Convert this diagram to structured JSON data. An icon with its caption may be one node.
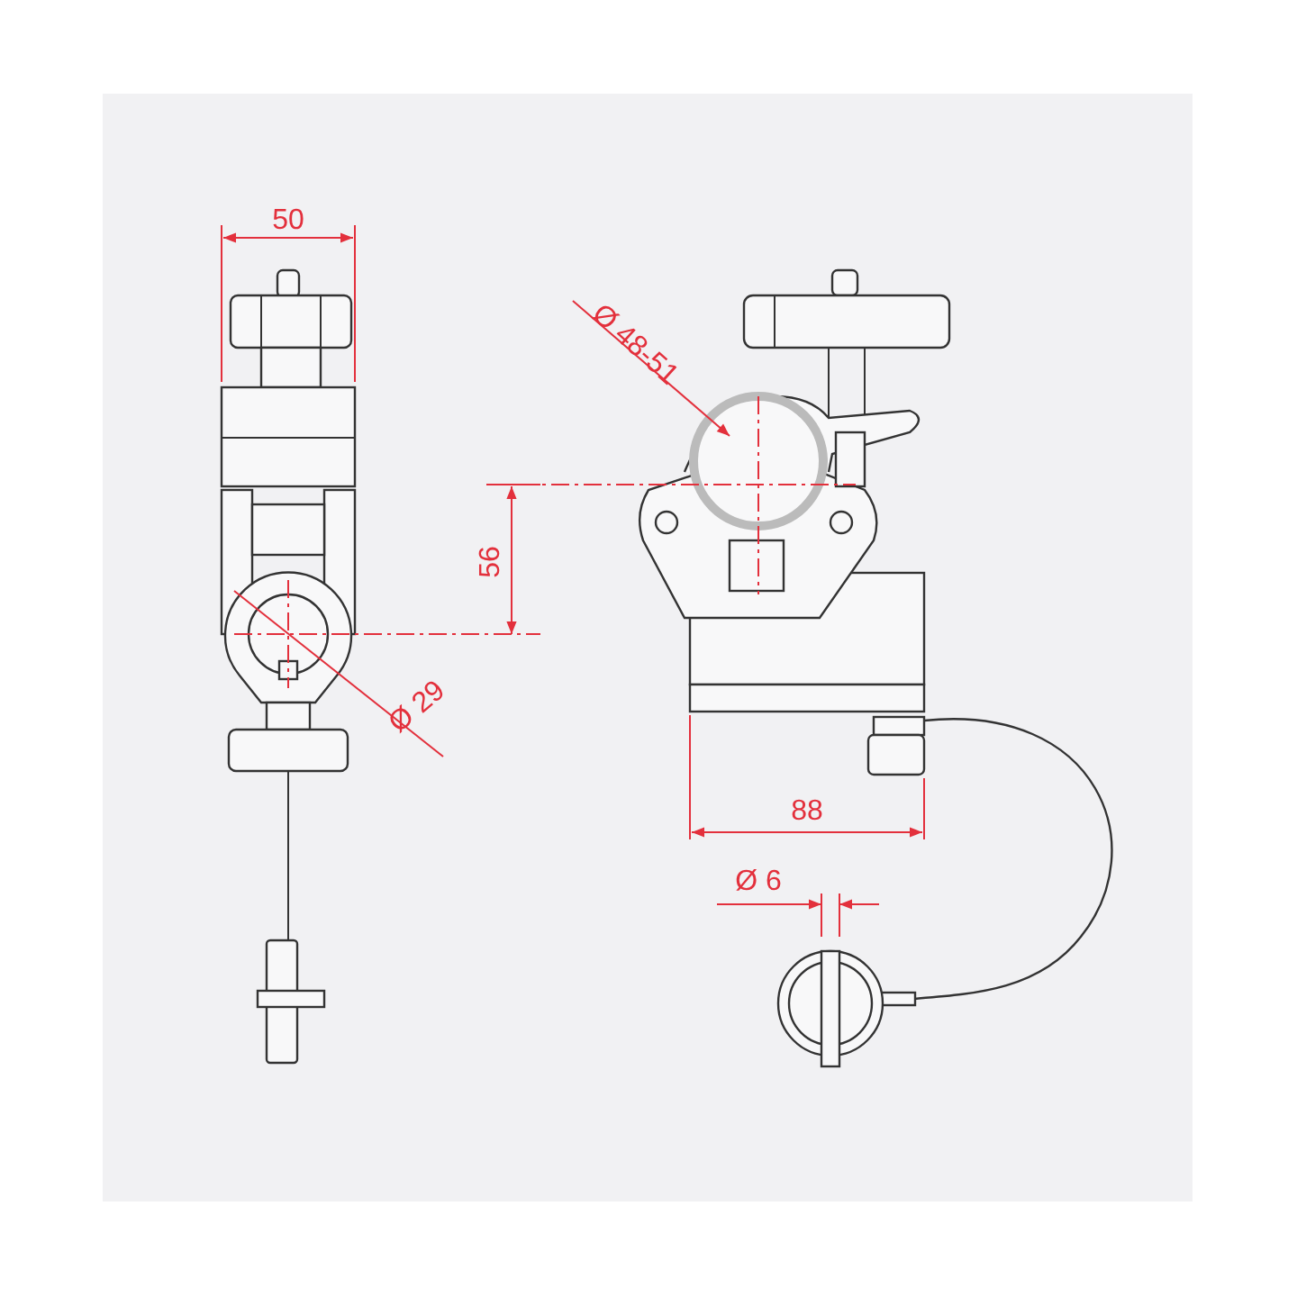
{
  "diagram": {
    "labels": [
      "50",
      "Ø 48-51",
      "56",
      "Ø 29",
      "88",
      "Ø 6"
    ]
  }
}
